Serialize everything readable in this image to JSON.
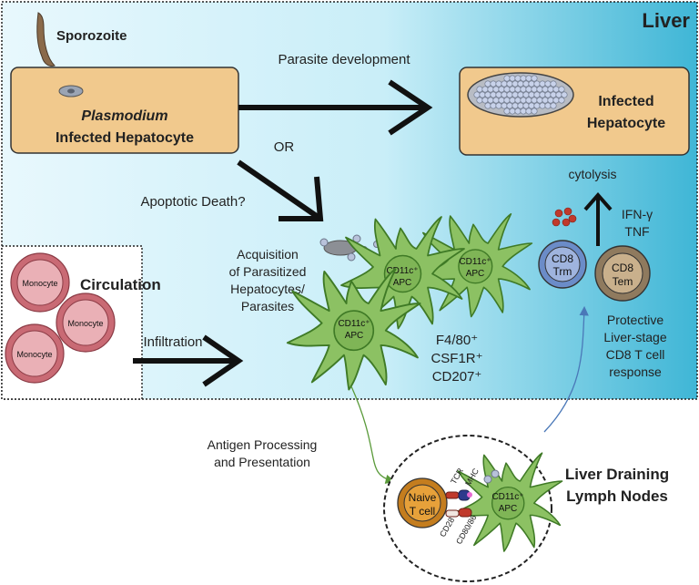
{
  "liver": {
    "title": "Liver",
    "sporozoite": "Sporozoite",
    "infected_hepatocyte_italic": "Plasmodium",
    "infected_hepatocyte_rest": "Infected Hepatocyte",
    "parasite_development": "Parasite development",
    "or_label": "OR",
    "infected_hepatocyte_right_1": "Infected",
    "infected_hepatocyte_right_2": "Hepatocyte",
    "apoptotic_death": "Apoptotic Death?",
    "acquisition": [
      "Acquisition",
      "of Parasitized",
      "Hepatocytes/",
      "Parasites"
    ],
    "cytolysis": "cytolysis",
    "ifn": "IFN-γ",
    "tnf": "TNF",
    "cd8_trm": [
      "CD8",
      "Trm"
    ],
    "cd8_tem": [
      "CD8",
      "Tem"
    ],
    "protective": [
      "Protective",
      "Liver-stage",
      "CD8 T cell",
      "response"
    ],
    "markers": [
      "F4/80⁺",
      "CSF1R⁺",
      "CD207⁺"
    ],
    "apc_label": [
      "CD11c⁺",
      "APC"
    ]
  },
  "circulation": {
    "title": "Circulation",
    "monocyte": "Monocyte",
    "infiltration": "Infiltration"
  },
  "lymph": {
    "antigen_processing": [
      "Antigen Processing",
      "and Presentation"
    ],
    "title": [
      "Liver Draining",
      "Lymph Nodes"
    ],
    "naive": [
      "Naive",
      "T cell"
    ],
    "tcr": "TCR",
    "mhc": "MHC",
    "cd28": "CD28",
    "cd80": "CD80/86",
    "apc_label": [
      "CD11c⁺",
      "APC"
    ]
  },
  "colors": {
    "liver_bg_light": "#e6f7fc",
    "liver_bg_dark": "#3fb6d6",
    "hepatocyte": "#f1c98d",
    "apc": "#8cc163",
    "apc_stroke": "#3f7a26",
    "monocyte": "#d87b84",
    "trm": "#9fb4de",
    "tem": "#c9b08c",
    "naive": "#e7a13a"
  }
}
